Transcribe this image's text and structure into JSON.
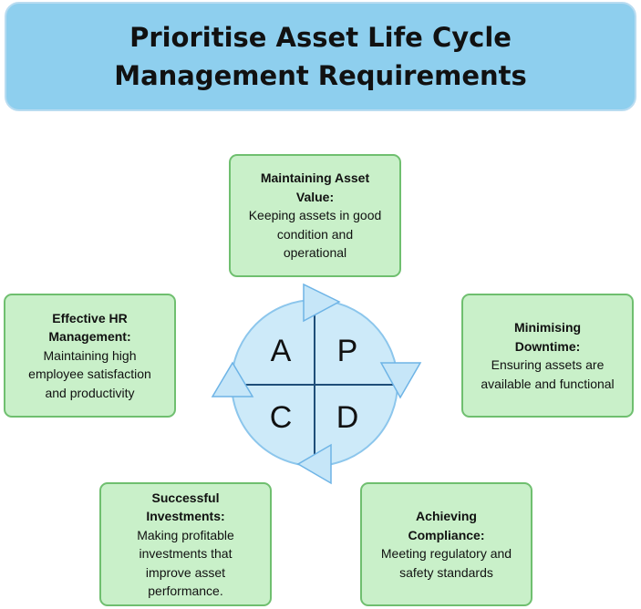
{
  "title": {
    "line1": "Prioritise Asset Life Cycle",
    "line2": "Management Requirements"
  },
  "cards": {
    "top": {
      "heading1": "Maintaining Asset",
      "heading2": "Value:",
      "body1": "Keeping assets in good",
      "body2": "condition and",
      "body3": "operational"
    },
    "right": {
      "heading1": "Minimising",
      "heading2": "Downtime:",
      "body1": "Ensuring assets are",
      "body2": "available and functional"
    },
    "left": {
      "heading1": "Effective HR",
      "heading2": "Management:",
      "body1": "Maintaining high",
      "body2": "employee satisfaction",
      "body3": "and productivity"
    },
    "bottom_left": {
      "heading1": "Successful",
      "heading2": "Investments:",
      "body1": "Making profitable",
      "body2": "investments that",
      "body3": "improve asset",
      "body4": "performance."
    },
    "bottom_right": {
      "heading1": "Achieving",
      "heading2": "Compliance:",
      "body1": "Meeting regulatory and",
      "body2": "safety standards"
    }
  },
  "cycle": {
    "letters": {
      "tl": "A",
      "tr": "P",
      "bl": "C",
      "br": "D"
    },
    "colors": {
      "circle_fill": "#cdeaf9",
      "circle_stroke": "#8cc6ec",
      "arrow_fill": "#c6e6f8",
      "arrow_stroke": "#6eb4e6",
      "divider": "#1f4e79"
    }
  },
  "colors": {
    "title_bg": "#8ecfee",
    "card_bg": "#c9f0c9",
    "card_border": "#6fbf6f"
  }
}
